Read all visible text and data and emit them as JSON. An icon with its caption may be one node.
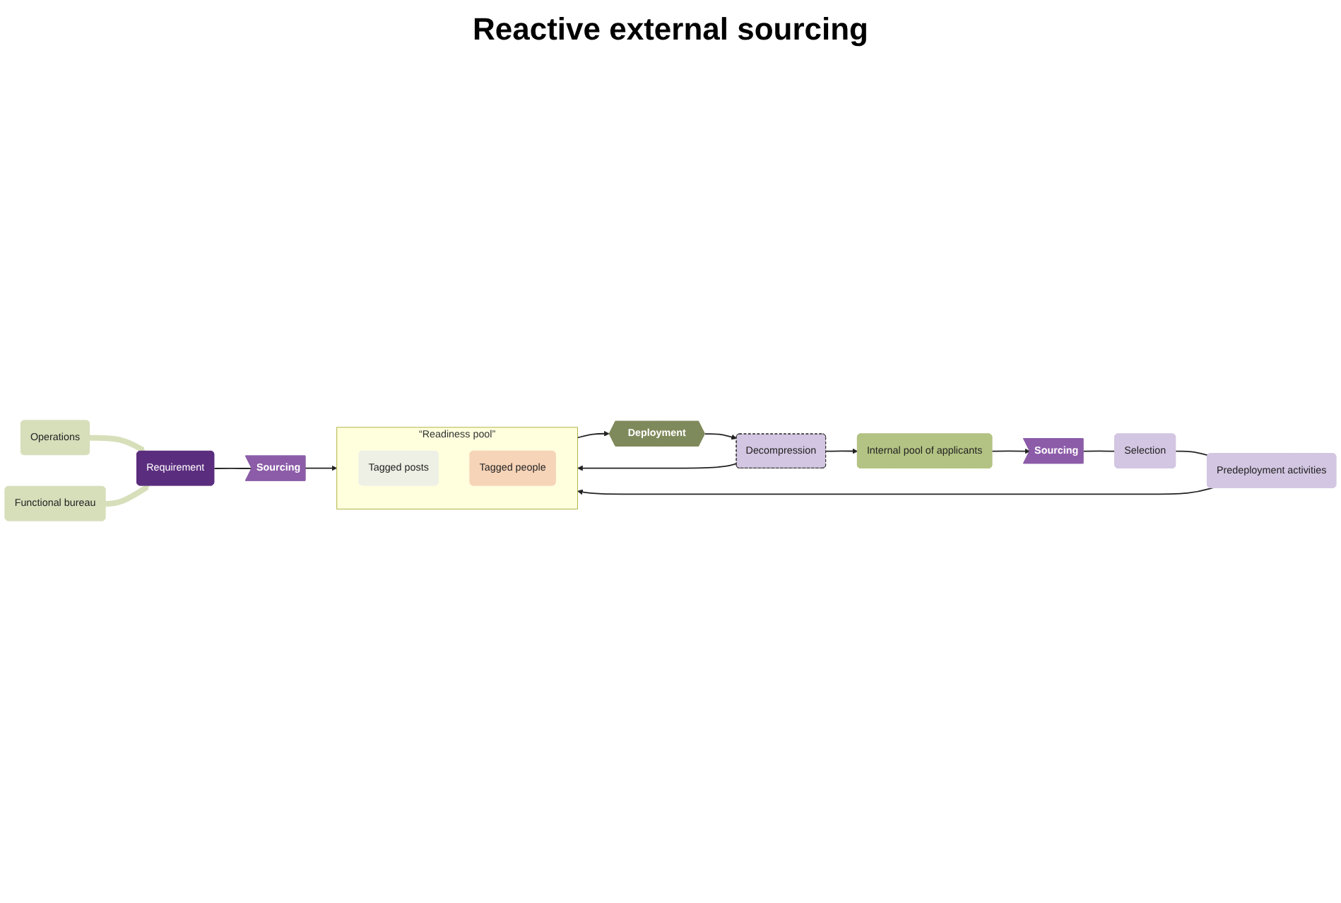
{
  "diagram": {
    "title": "Reactive external sourcing",
    "nodes": [
      {
        "text": [
          "Internal pool of applicants"
        ]
      },
      {
        "text": [
          "Sourcing"
        ]
      },
      {
        "text": [
          "Selection"
        ]
      },
      {
        "text": [
          "Predeployment activities"
        ]
      },
      {
        "text": [
          "“Readiness pool”"
        ]
      },
      {
        "text": [
          "Tagged posts"
        ],
        "in": 4
      },
      {
        "text": [
          "Tagged people"
        ],
        "in": 4
      },
      {
        "text": [
          "Deployment"
        ]
      },
      {
        "text": [
          "Decompression"
        ]
      },
      {
        "text": [
          "Sourcing"
        ]
      },
      {
        "text": [
          "Operations"
        ]
      },
      {
        "text": [
          "Requirement"
        ]
      },
      {
        "text": [
          "Functional bureau"
        ]
      }
    ],
    "edges": [
      {
        "from": 0,
        "to": 1,
        "arrow": "to"
      },
      {
        "from": 1,
        "to": 2,
        "arrow": "none"
      },
      {
        "from": 2,
        "to": 3,
        "arrow": "none"
      },
      {
        "from": 3,
        "to": 4,
        "arrow": "to"
      },
      {
        "from": 4,
        "to": 7,
        "arrow": "to"
      },
      {
        "from": 7,
        "to": 8,
        "arrow": "to"
      },
      {
        "from": 8,
        "to": 0,
        "arrow": "to"
      },
      {
        "from": 8,
        "to": 4,
        "arrow": "to"
      },
      {
        "from": 11,
        "to": 9,
        "arrow": "none"
      },
      {
        "from": 9,
        "to": 4,
        "arrow": "to"
      },
      {
        "from": 10,
        "to": 11,
        "arrow": "to",
        "style": "thick",
        "color": "#d6dfba"
      },
      {
        "from": 12,
        "to": 11,
        "arrow": "to",
        "style": "thick",
        "color": "#d6dfba"
      }
    ]
  }
}
